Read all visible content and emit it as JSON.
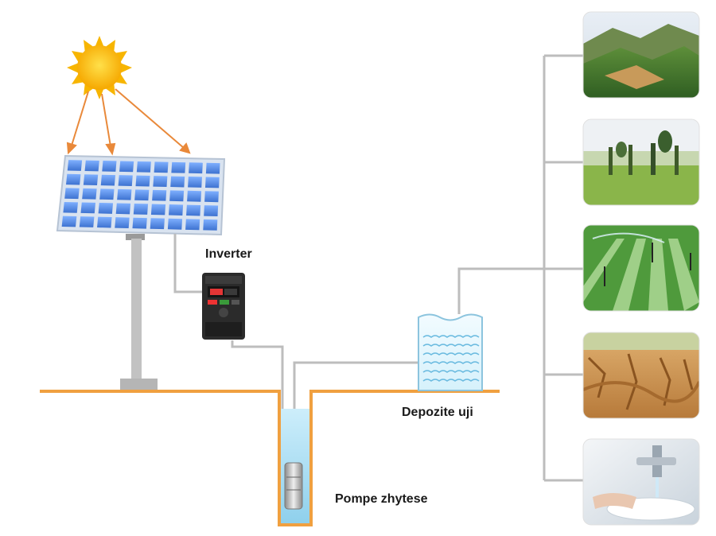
{
  "labels": {
    "inverter": "Inverter",
    "tank": "Depozite uji",
    "pump": "Pompe zhytese"
  },
  "colors": {
    "ground": "#f0a040",
    "pipe": "#b9b9b9",
    "sun": "#f7b500",
    "panel_cell": "#4a82d9",
    "water": "#9fd8ee"
  },
  "applications": [
    {
      "icon": "mountain-forest-photo"
    },
    {
      "icon": "orchard-photo"
    },
    {
      "icon": "sprinkler-field-photo"
    },
    {
      "icon": "dry-soil-photo"
    },
    {
      "icon": "water-tap-photo"
    }
  ]
}
